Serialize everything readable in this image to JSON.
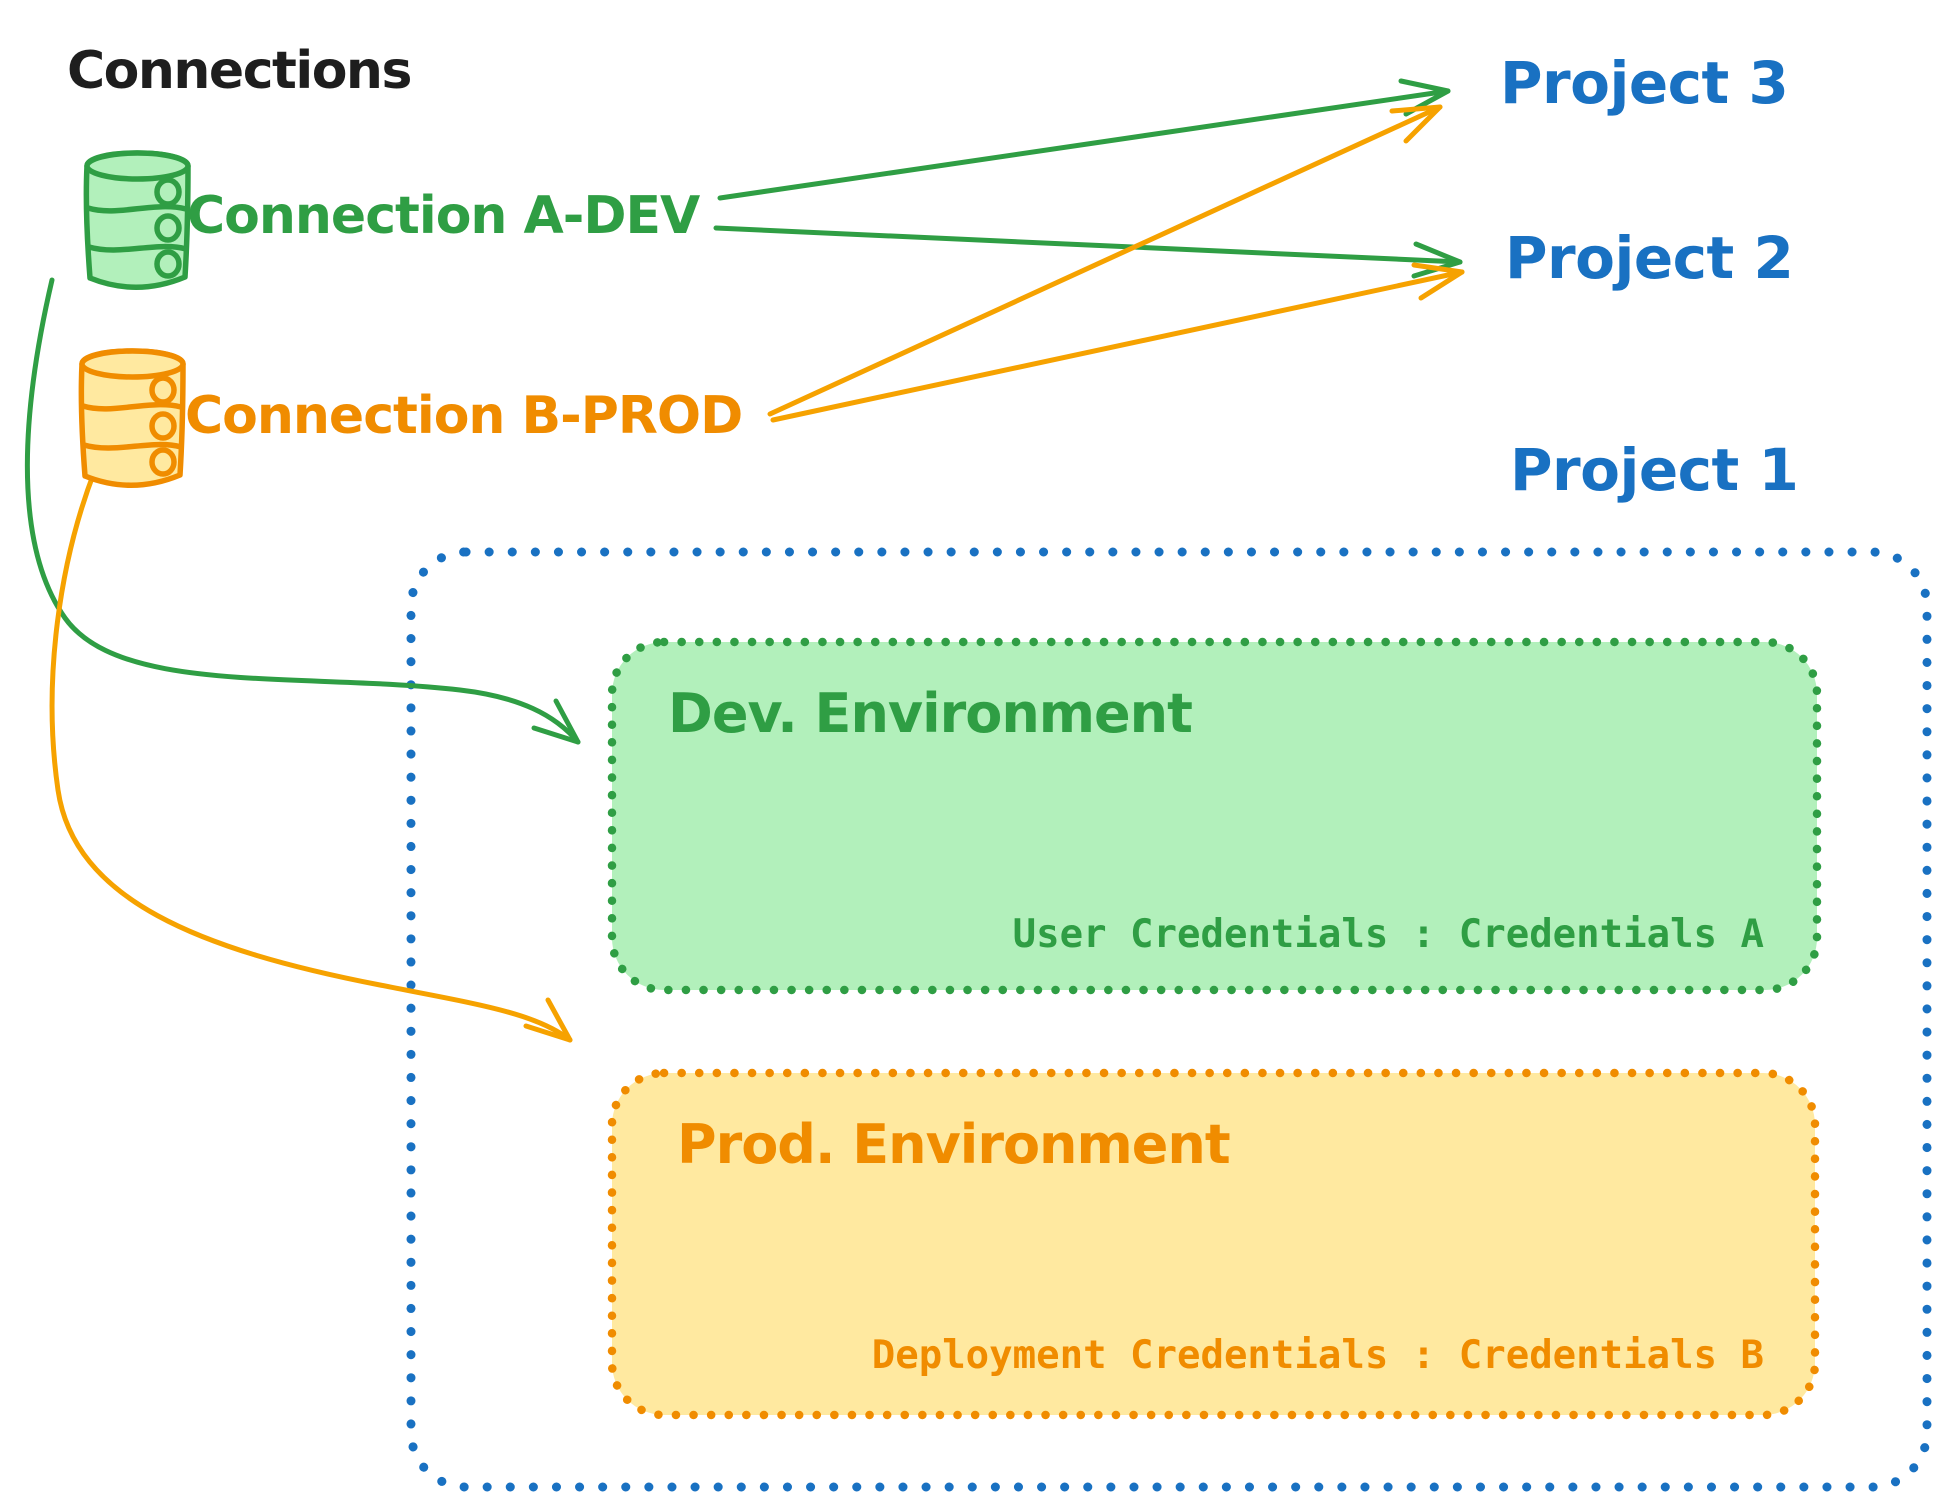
{
  "diagram": {
    "title": "Connections",
    "connections": [
      {
        "id": "a-dev",
        "label": "Connection A-DEV",
        "color": "#2f9e44",
        "fill": "#b2f0bb"
      },
      {
        "id": "b-prod",
        "label": "Connection B-PROD",
        "color": "#f08c00",
        "fill": "#ffe9a0"
      }
    ],
    "projects": [
      {
        "label": "Project 3"
      },
      {
        "label": "Project 2"
      },
      {
        "label": "Project 1"
      }
    ],
    "environments": [
      {
        "title": "Dev. Environment",
        "credentials": "User Credentials : Credentials A",
        "stroke": "#2f9e44",
        "fill": "#b2f0bb"
      },
      {
        "title": "Prod. Environment",
        "credentials": "Deployment Credentials : Credentials B",
        "stroke": "#f08c00",
        "fill": "#ffe9a0"
      }
    ],
    "links": [
      {
        "from": "Connection A-DEV",
        "to": "Project 3"
      },
      {
        "from": "Connection A-DEV",
        "to": "Project 2"
      },
      {
        "from": "Connection B-PROD",
        "to": "Project 3"
      },
      {
        "from": "Connection B-PROD",
        "to": "Project 2"
      },
      {
        "from": "Connection A-DEV",
        "to": "Dev. Environment"
      },
      {
        "from": "Connection B-PROD",
        "to": "Prod. Environment"
      }
    ],
    "colors": {
      "black": "#1e1e1e",
      "blue": "#1971c2",
      "green": "#2f9e44",
      "green_fill": "#b2f0bb",
      "orange": "#f08c00",
      "orange_line": "#f6a200",
      "yellow_fill": "#ffe9a0",
      "background": "#ffffff"
    }
  }
}
